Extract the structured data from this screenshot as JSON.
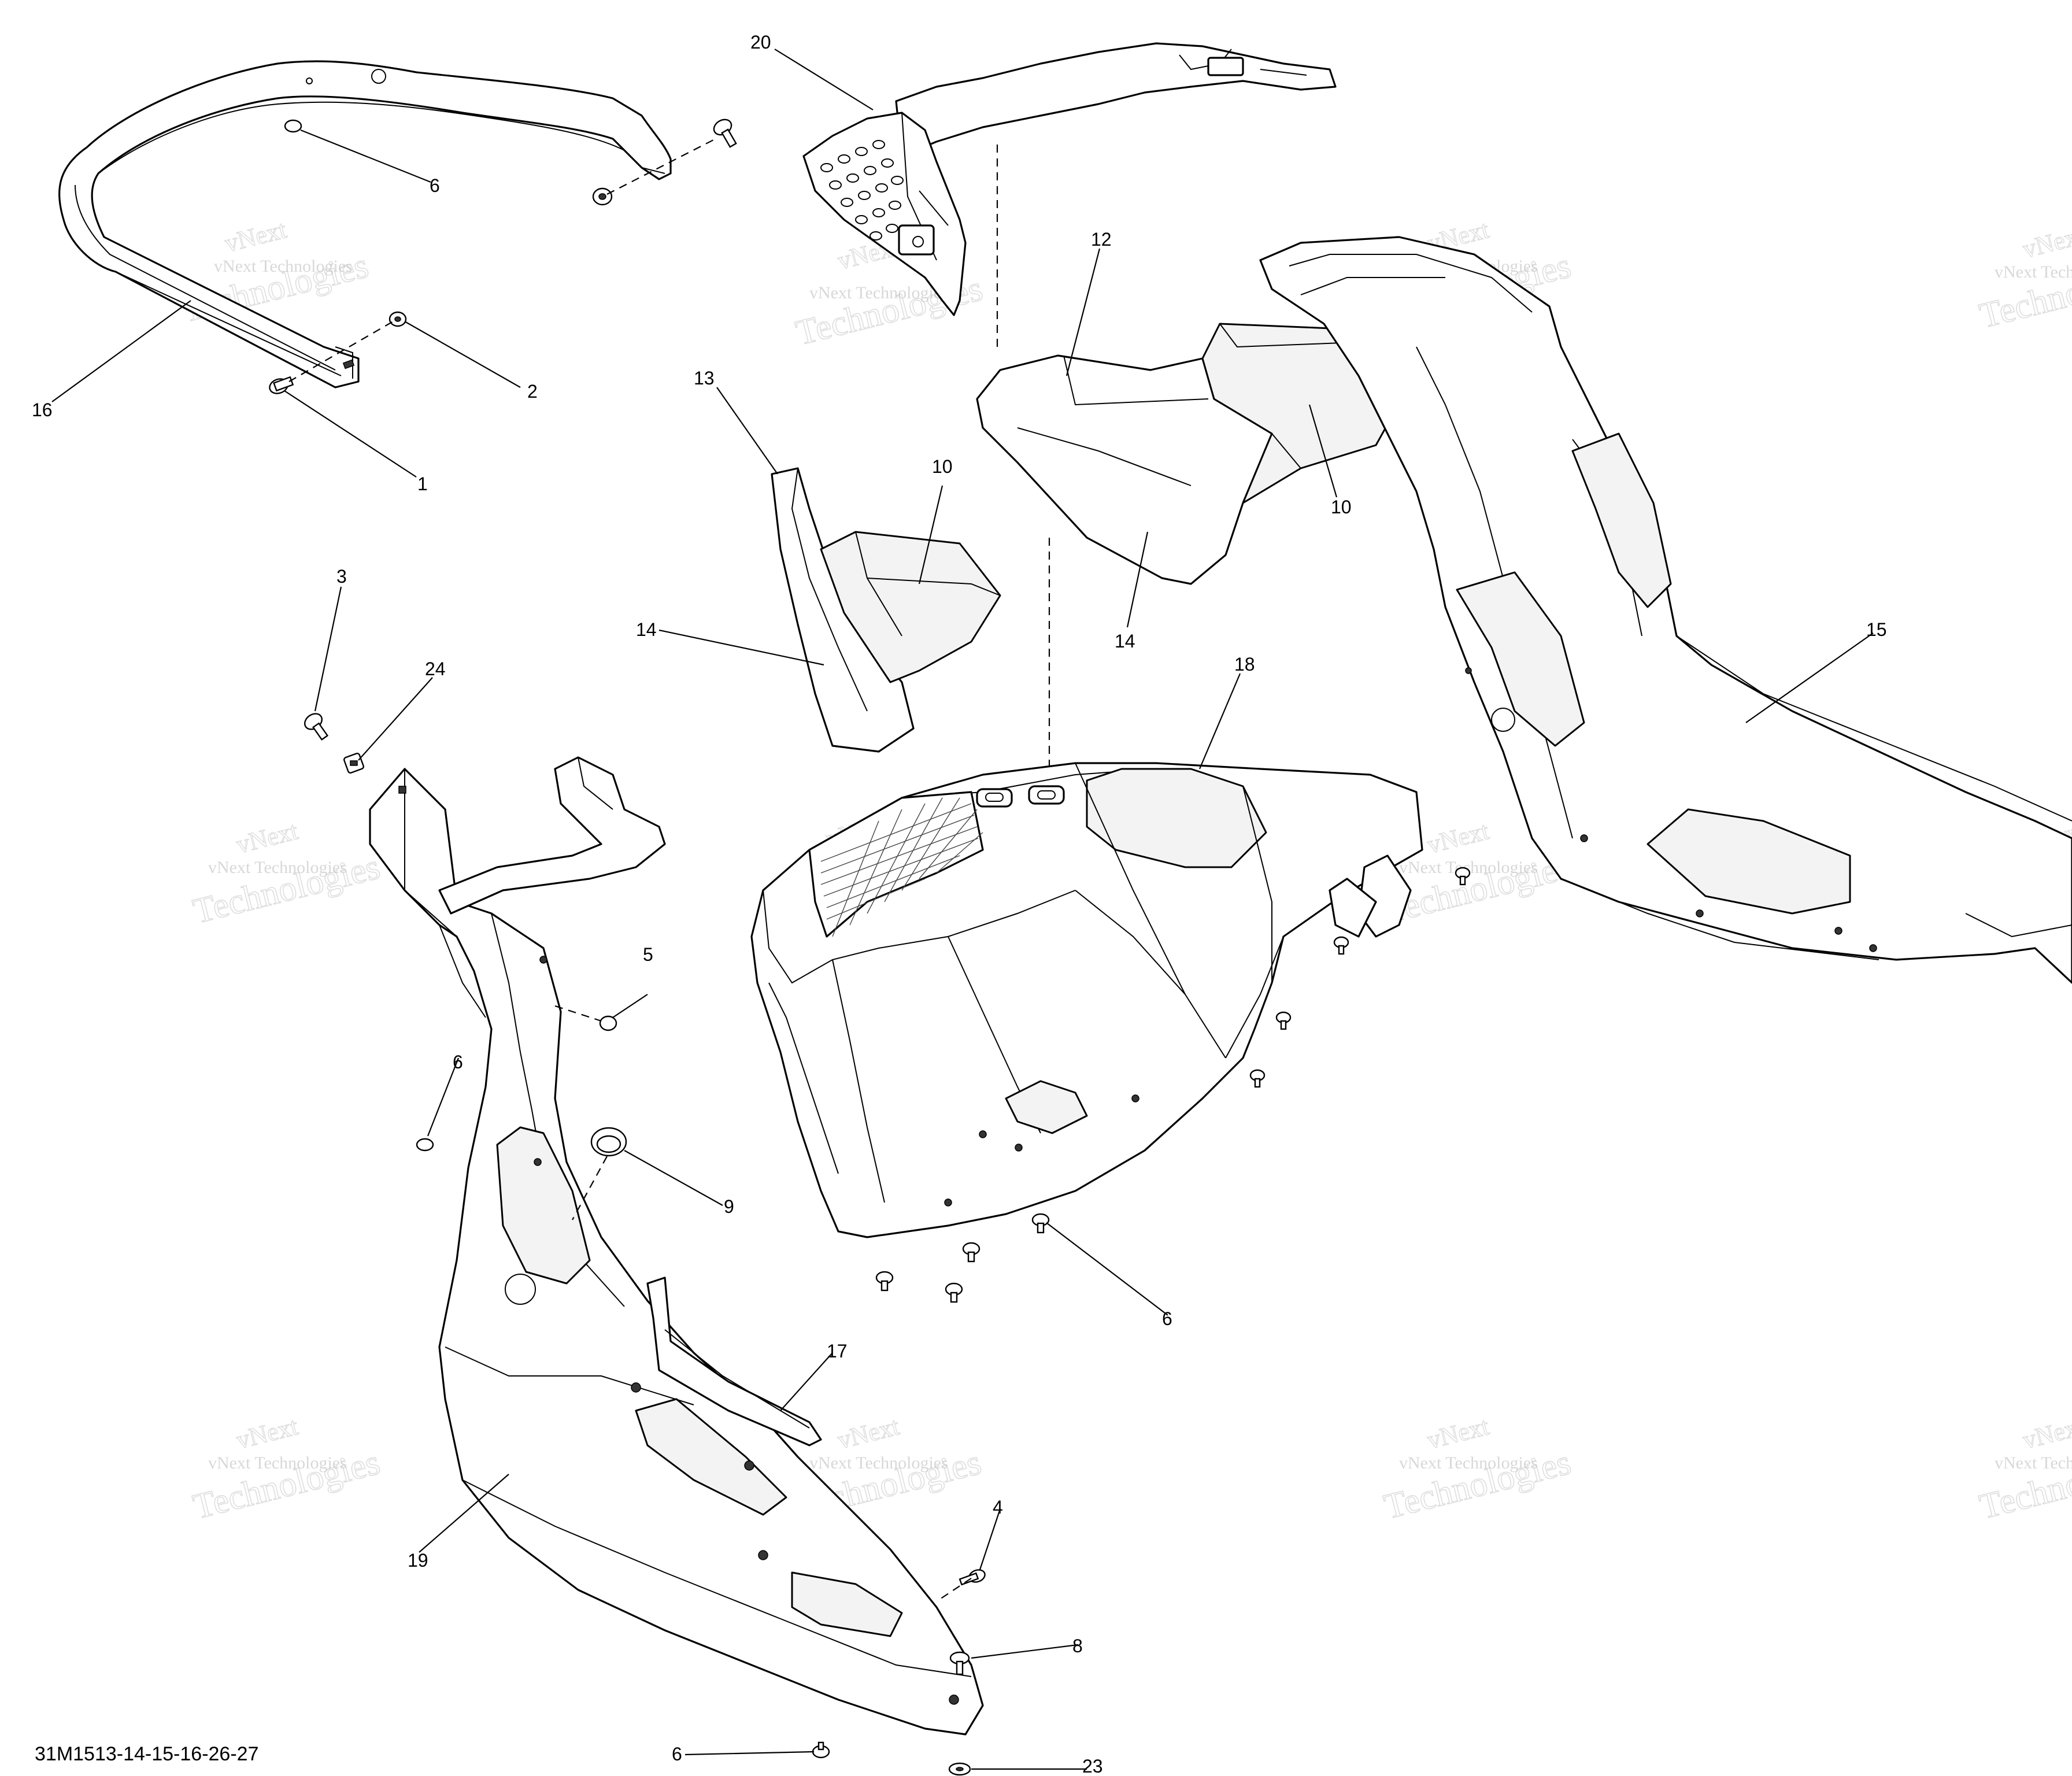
{
  "drawing_code": "31M1513-14-15-16-26-27",
  "watermark": {
    "line1": "vNext",
    "line2": "vNext Technologies",
    "line3": "Technologies"
  },
  "callouts": [
    {
      "id": "c20",
      "label": "20"
    },
    {
      "id": "c6a",
      "label": "6"
    },
    {
      "id": "c16",
      "label": "16"
    },
    {
      "id": "c2",
      "label": "2"
    },
    {
      "id": "c1",
      "label": "1"
    },
    {
      "id": "c12",
      "label": "12"
    },
    {
      "id": "c13",
      "label": "13"
    },
    {
      "id": "c10a",
      "label": "10"
    },
    {
      "id": "c10b",
      "label": "10"
    },
    {
      "id": "c14a",
      "label": "14"
    },
    {
      "id": "c14b",
      "label": "14"
    },
    {
      "id": "c3",
      "label": "3"
    },
    {
      "id": "c24",
      "label": "24"
    },
    {
      "id": "c18",
      "label": "18"
    },
    {
      "id": "c15",
      "label": "15"
    },
    {
      "id": "c5",
      "label": "5"
    },
    {
      "id": "c6b",
      "label": "6"
    },
    {
      "id": "c9",
      "label": "9"
    },
    {
      "id": "c6c",
      "label": "6"
    },
    {
      "id": "c17",
      "label": "17"
    },
    {
      "id": "c19",
      "label": "19"
    },
    {
      "id": "c4",
      "label": "4"
    },
    {
      "id": "c8",
      "label": "8"
    },
    {
      "id": "c6d",
      "label": "6"
    },
    {
      "id": "c23",
      "label": "23"
    }
  ]
}
